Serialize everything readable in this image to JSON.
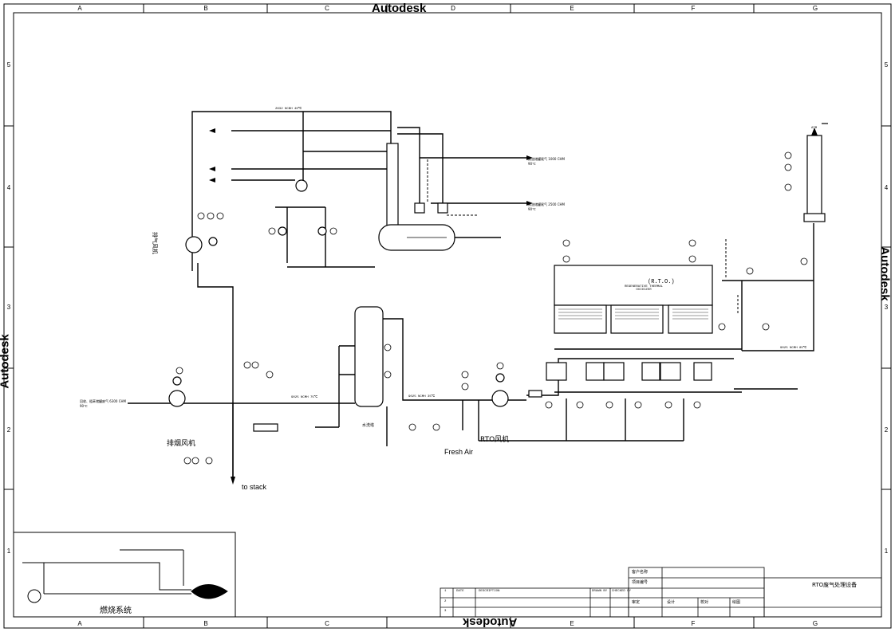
{
  "watermarks": {
    "top": "Autodesk",
    "bottom": "Autodesk",
    "left": "Autodesk",
    "right": "Autodesk"
  },
  "grid": {
    "columns": [
      "A",
      "B",
      "C",
      "D",
      "E",
      "F",
      "G"
    ],
    "rows": [
      "5",
      "4",
      "3",
      "2",
      "1"
    ]
  },
  "process": {
    "main_flow_top": "2632 NCBH 40℃",
    "flow_tank1": "焦油储罐尾气 1000 CHM 90℃",
    "flow_tank2": "焦油储罐尾气 2500 CHM 90℃",
    "inlet_label": "回收、粗苯储罐废气 6300 CHM 90℃",
    "exhaust_fan": "排烟风机",
    "fan_vertical": "排气风机",
    "to_stack": "to stack",
    "flow_mid": "9025 NCMH 75℃",
    "scrubber": "水洗塔",
    "flow_scrubber_out": "9025 NCMH 35℃",
    "fresh_air": "Fresh Air",
    "rto_fan": "RTO风机",
    "rto_label": "(R.T.O.)",
    "rto_sub": "REGENERATIVE THERMAL OXIDIZER",
    "flow_rto_out": "9025 NCMH 85℃",
    "atm": "ATM",
    "burner_system": "燃烧系统"
  },
  "title_block": {
    "rev_headers": [
      "DATE",
      "DESCRIPTION",
      "DRAWN BY",
      "CHECKED BY"
    ],
    "rev_rows": [
      "1",
      "2",
      "3"
    ],
    "customer_label": "客户名称",
    "project_no_label": "项目编号",
    "drawing_title": "RTO废气处理设备",
    "approved": "审定",
    "designed": "设计",
    "checked": "校对",
    "drawn": "绘图"
  },
  "colors": {
    "line": "#000000",
    "background": "#ffffff"
  }
}
